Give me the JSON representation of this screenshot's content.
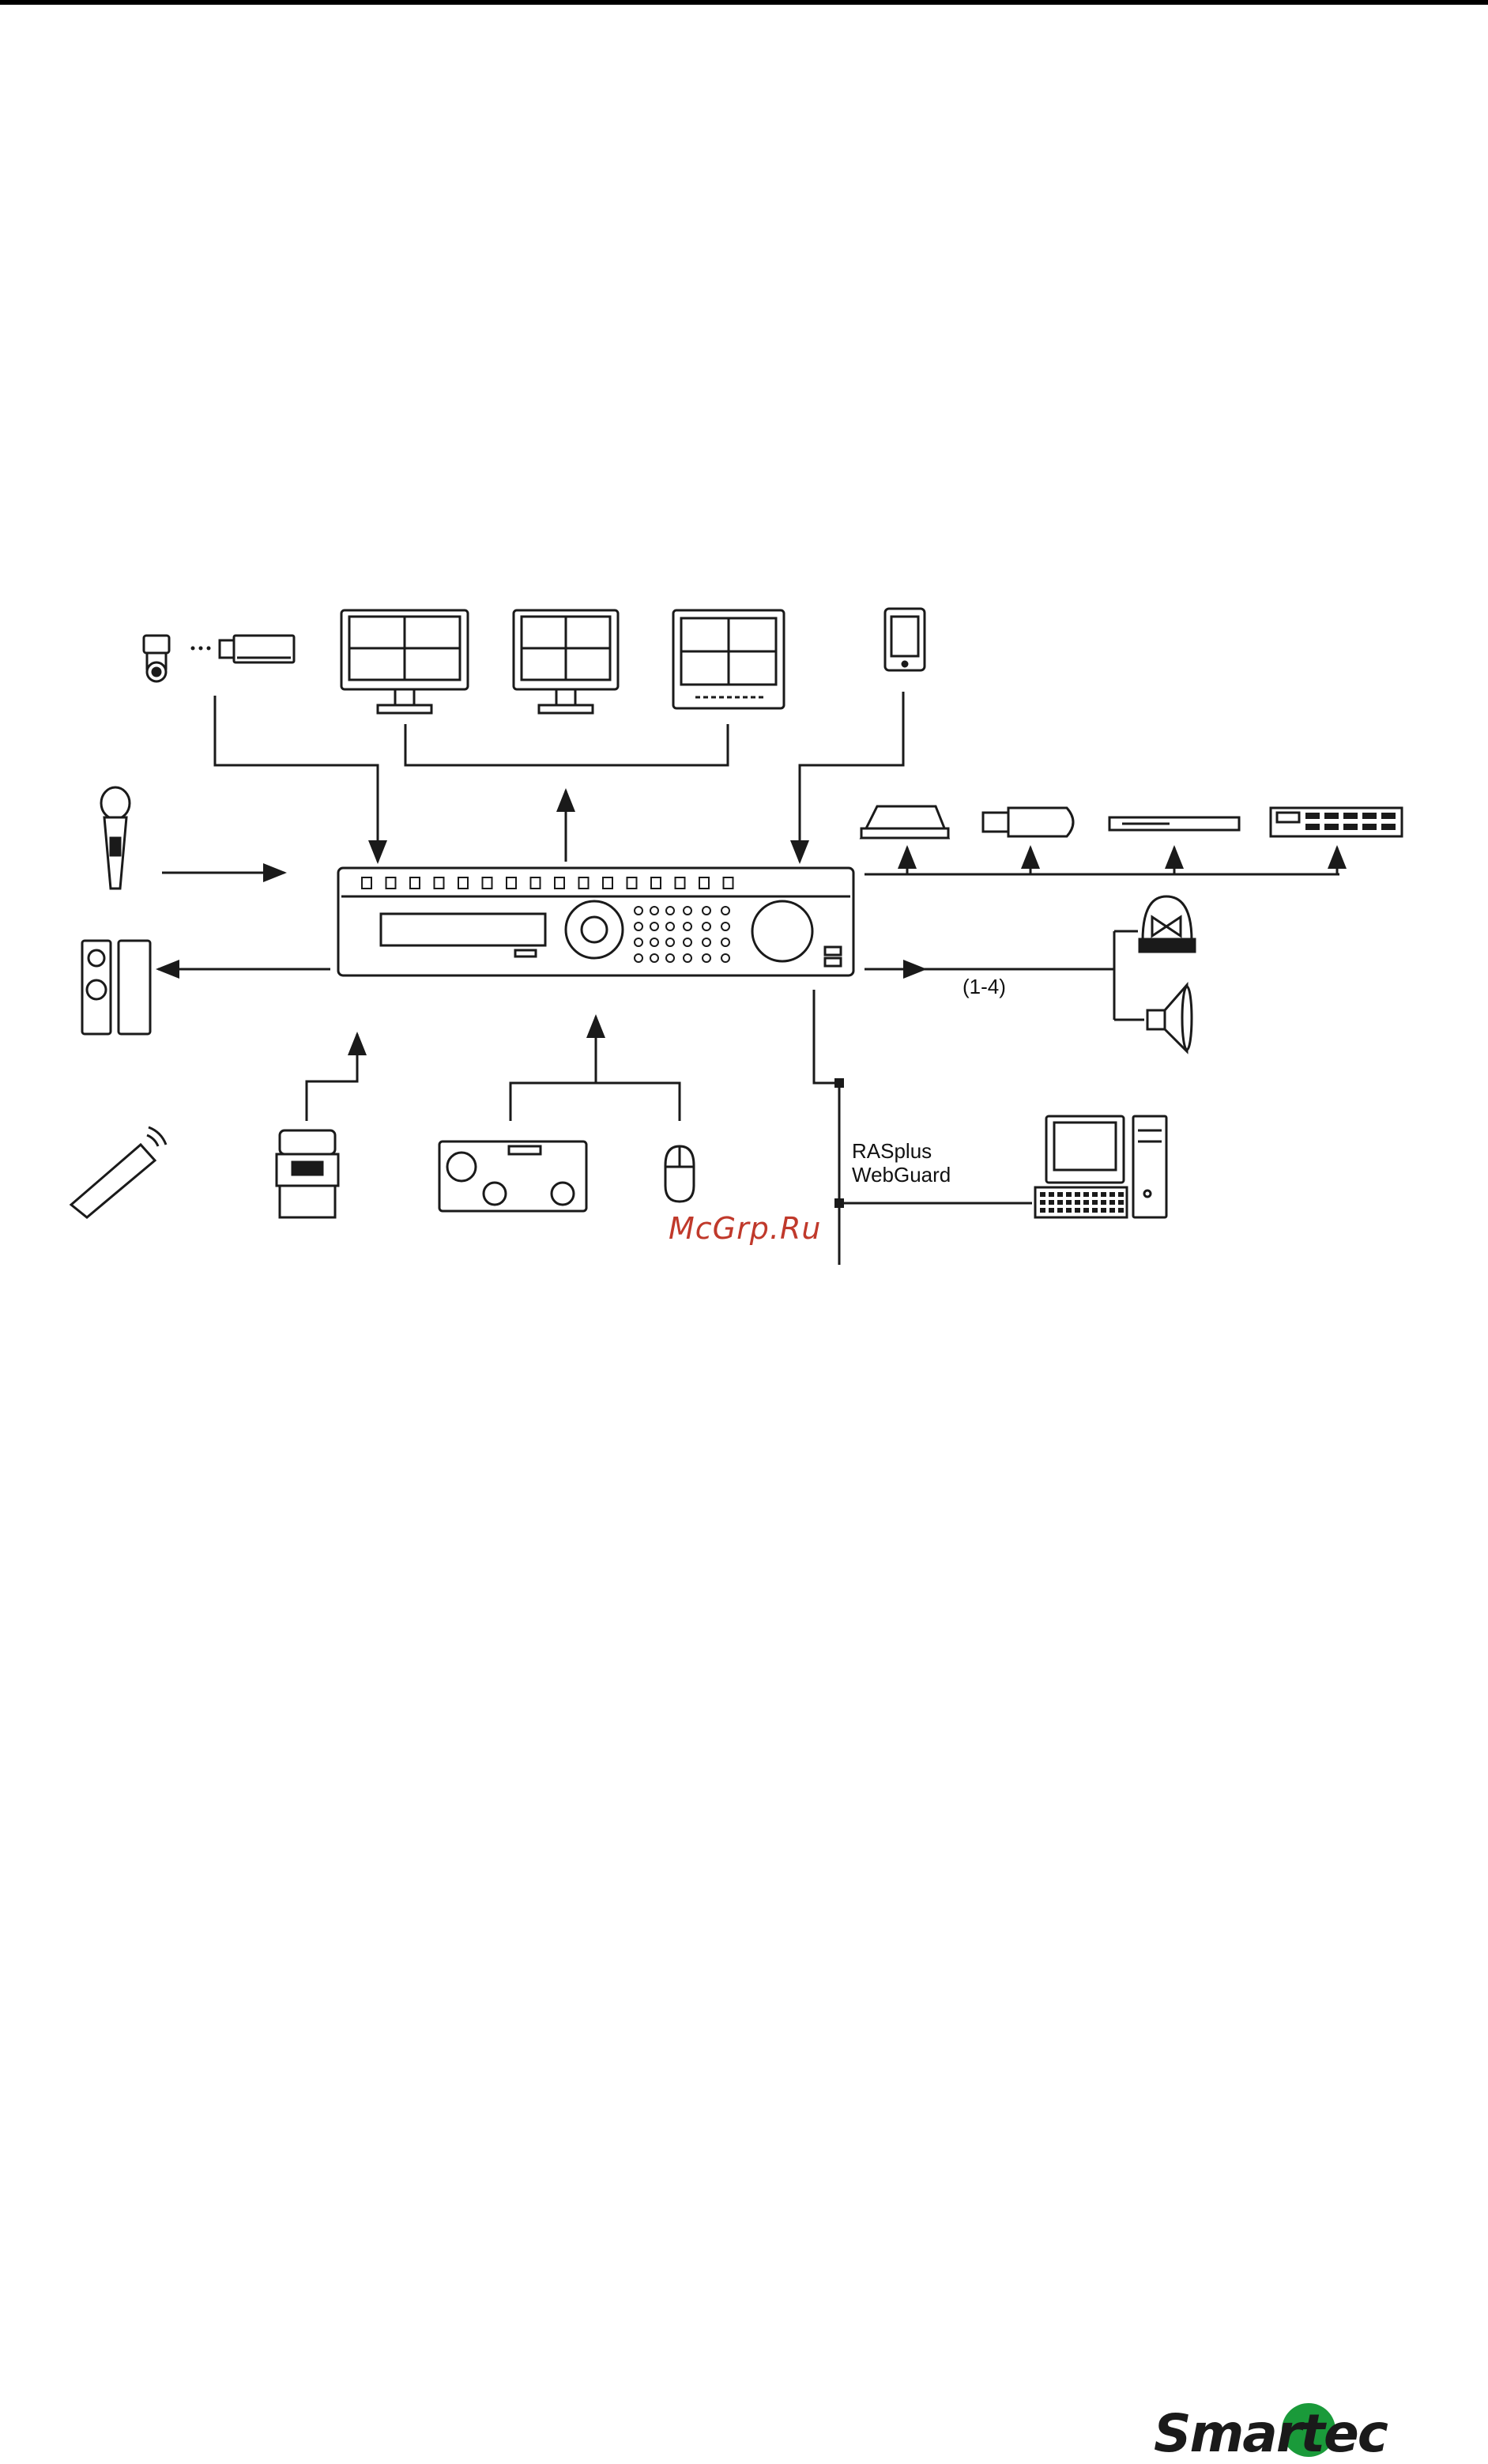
{
  "diagram": {
    "label_alarm_count": "(1-4)",
    "label_remote_software_line1": "RASplus",
    "label_remote_software_line2": "WebGuard"
  },
  "watermark": "McGrp.Ru",
  "brand": {
    "logo_text": "Smartec",
    "logo_color": "#1a1a1a",
    "accent_color": "#1a9a3a"
  },
  "colors": {
    "line": "#1a1a1a",
    "watermark": "#c0392b"
  },
  "icons": [
    "ptz-camera-icon",
    "box-camera-icon",
    "monitor-icon",
    "crt-monitor-icon",
    "hdd-icon",
    "microphone-icon",
    "speaker-icon",
    "dvr-unit-icon",
    "external-hdd-icon",
    "usb-drive-icon",
    "dvd-drive-icon",
    "raid-storage-icon",
    "alarm-light-icon",
    "siren-icon",
    "remote-control-icon",
    "text-in-device-icon",
    "ptz-keyboard-icon",
    "mouse-icon",
    "computer-icon"
  ]
}
